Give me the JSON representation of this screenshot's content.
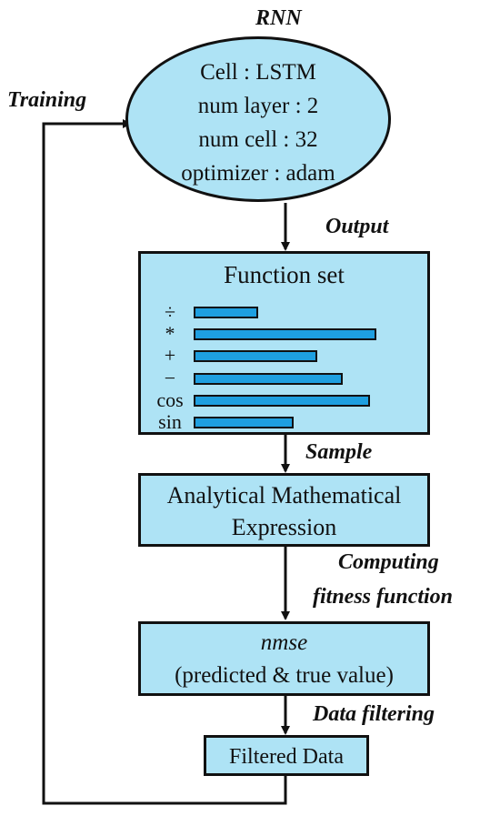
{
  "rnn": {
    "title": "RNN",
    "lines": [
      "Cell : LSTM",
      "num layer : 2",
      "num cell : 32",
      "optimizer : adam"
    ]
  },
  "labels": {
    "training": "Training",
    "output": "Output",
    "sample": "Sample",
    "computing_line1": "Computing",
    "computing_line2": "fitness function",
    "data_filtering": "Data filtering"
  },
  "function_set": {
    "title": "Function set",
    "operators": [
      {
        "symbol": "÷",
        "level": 0.33
      },
      {
        "symbol": "*",
        "level": 0.93
      },
      {
        "symbol": "+",
        "level": 0.63
      },
      {
        "symbol": "−",
        "level": 0.76
      },
      {
        "symbol": "cos",
        "level": 0.9
      },
      {
        "symbol": "sin",
        "level": 0.51
      }
    ]
  },
  "expression_box": {
    "line1": "Analytical Mathematical",
    "line2": "Expression"
  },
  "nmse_box": {
    "line1": "nmse",
    "line2": "(predicted & true value)"
  },
  "filtered_box": {
    "label": "Filtered Data"
  },
  "colors": {
    "box_fill": "#aee3f5",
    "bar_fill": "#1e9fe0",
    "stroke": "#111111"
  }
}
